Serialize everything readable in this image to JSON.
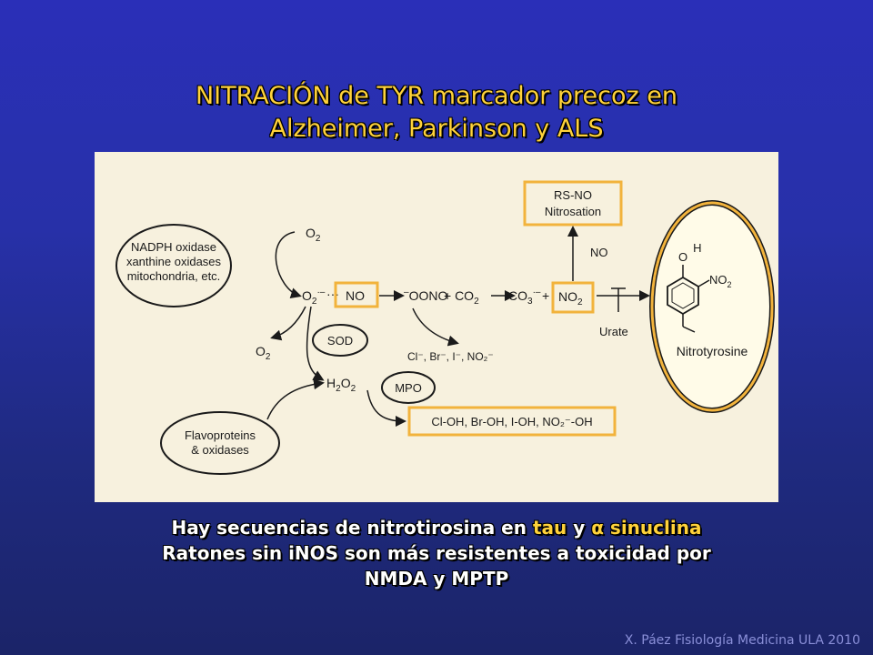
{
  "slide": {
    "title_line1": "NITRACIÓN de TYR marcador precoz en",
    "title_line2": "Alzheimer, Parkinson y ALS",
    "caption_line1_a": "Hay secuencias de nitrotirosina en ",
    "caption_line1_tau": "tau",
    "caption_line1_y": " y ",
    "caption_line1_alpha": "α",
    "caption_line1_sinuclina": " sinuclina",
    "caption_line2": "Ratones sin iNOS son más resistentes a toxicidad por",
    "caption_line3": "NMDA y MPTP",
    "footer": "X. Páez Fisiología Medicina ULA 2010"
  },
  "diagram": {
    "source_l1": "NADPH oxidase",
    "source_l2": "xanthine oxidases",
    "source_l3": "mitochondria, etc.",
    "o2_top": "O",
    "o2_top_sub": "2",
    "superoxide": "O",
    "no_radical": "NO",
    "peroxynitrite": "OONO",
    "plus1": "+ CO",
    "co3": "CO",
    "no2_box": "NO",
    "rsno_l1": "RS-NO",
    "rsno_l2": "Nitrosation",
    "no_label": "NO",
    "urate": "Urate",
    "sod": "SOD",
    "o2_left": "O",
    "h2o2": "H",
    "halides": "Cl⁻, Br⁻, I⁻, NO₂⁻",
    "mpo": "MPO",
    "flavo_l1": "Flavoproteins",
    "flavo_l2": "& oxidases",
    "products": "Cl-OH, Br-OH, I-OH, NO₂⁻-OH",
    "tyr_oh": "O",
    "tyr_h": "H",
    "tyr_no2": "NO",
    "nitrotyrosine": "Nitrotyrosine",
    "accent_orange": "#f2b33c",
    "ellipse_fill": "#fffbe8"
  }
}
